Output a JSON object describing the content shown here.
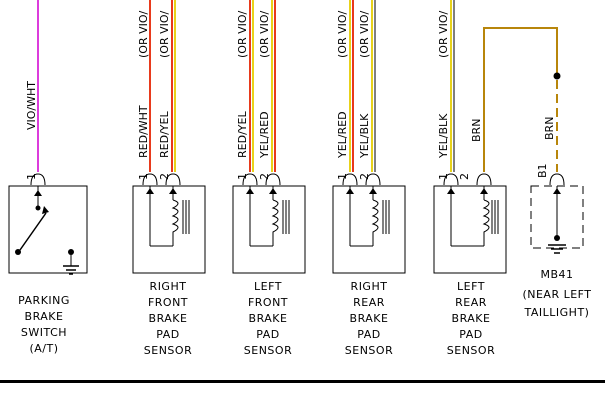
{
  "colors": {
    "vio": "#dc3cdc",
    "red": "#e83a1c",
    "yel": "#e8d21a",
    "brn": "#b8860b",
    "black": "#000000"
  },
  "wires": {
    "parking_vio_wht": "VIO/WHT",
    "rf_red_wht": "RED/WHT",
    "rf_or_vio_1": "(OR VIO/",
    "rf_red_yel": "RED/YEL",
    "rf_or_vio_2": "(OR VIO/",
    "lf_red_yel": "RED/YEL",
    "lf_or_vio_1": "(OR VIO/",
    "lf_yel_red": "YEL/RED",
    "lf_or_vio_2": "(OR VIO/",
    "rr_yel_red": "YEL/RED",
    "rr_or_vio_1": "(OR VIO/",
    "rr_yel_blk": "YEL/BLK",
    "rr_or_vio_2": "(OR VIO/",
    "lr_yel_blk": "YEL/BLK",
    "lr_or_vio_1": "(OR VIO/",
    "lr_brn": "BRN",
    "mb41_brn": "BRN"
  },
  "pins": {
    "parking": "1",
    "rf_1": "1",
    "rf_2": "2",
    "lf_1": "1",
    "lf_2": "2",
    "rr_1": "1",
    "rr_2": "2",
    "lr_1": "1",
    "lr_2": "2",
    "mb41": "B1"
  },
  "components": {
    "parking": [
      "PARKING",
      "BRAKE",
      "SWITCH",
      "(A/T)"
    ],
    "rf": [
      "RIGHT",
      "FRONT",
      "BRAKE",
      "PAD",
      "SENSOR"
    ],
    "lf": [
      "LEFT",
      "FRONT",
      "BRAKE",
      "PAD",
      "SENSOR"
    ],
    "rr": [
      "RIGHT",
      "REAR",
      "BRAKE",
      "PAD",
      "SENSOR"
    ],
    "lr": [
      "LEFT",
      "REAR",
      "BRAKE",
      "PAD",
      "SENSOR"
    ],
    "mb41": [
      "MB41",
      "(NEAR LEFT",
      "TAILLIGHT)"
    ]
  }
}
